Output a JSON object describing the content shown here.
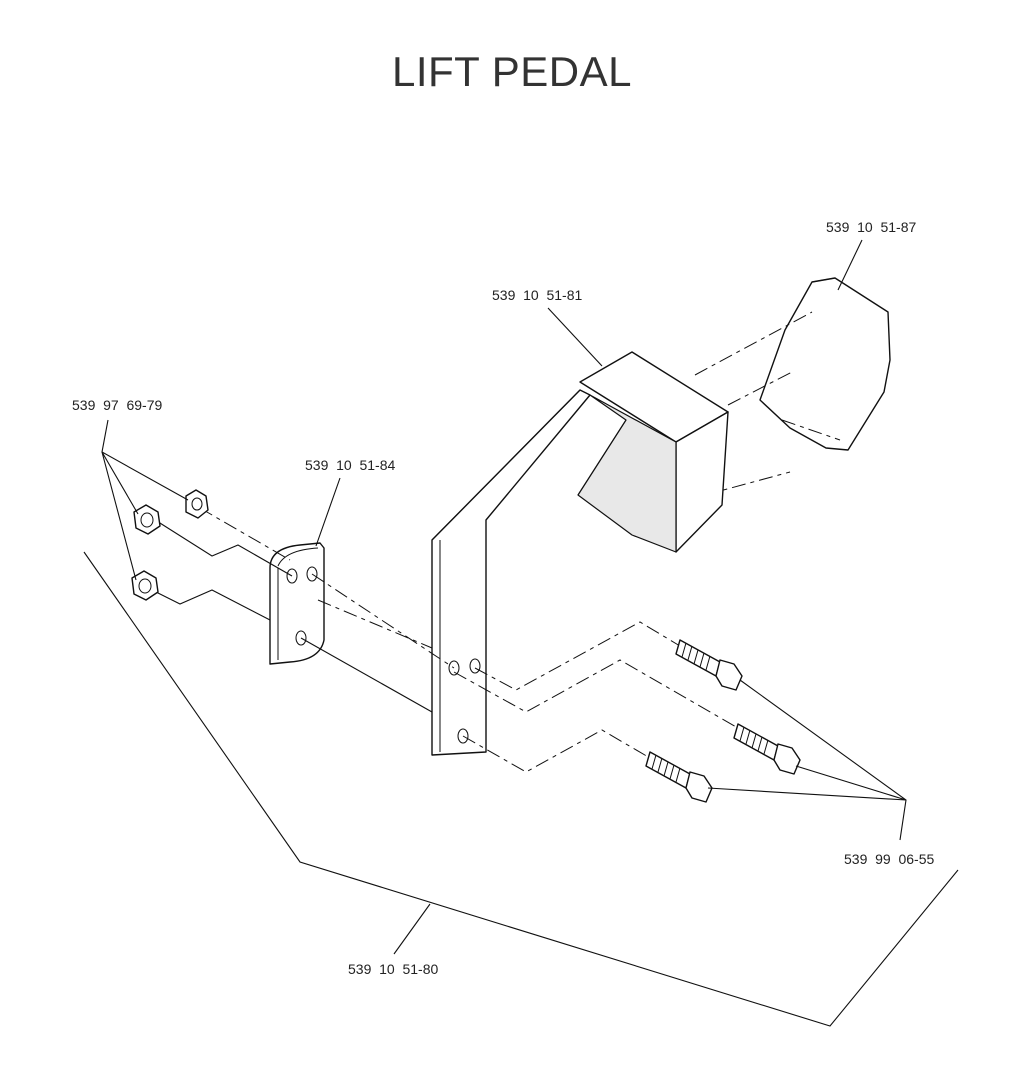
{
  "title": "LIFT PEDAL",
  "parts": {
    "pedal_pad": "539  10  51-87",
    "pedal_arm": "539  10  51-81",
    "nuts": "539  97  69-79",
    "plate": "539  10  51-84",
    "bolts": "539  99  06-55",
    "assembly": "539  10  51-80"
  }
}
